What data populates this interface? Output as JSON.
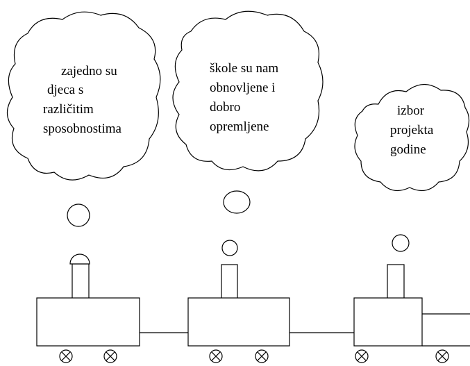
{
  "clouds": [
    {
      "id": "left",
      "lines": [
        "zajedno su",
        "djeca s",
        "različitim",
        "sposobnostima"
      ]
    },
    {
      "id": "middle",
      "lines": [
        "škole su nam",
        "obnovljene i",
        "dobro",
        "opremljene"
      ]
    },
    {
      "id": "right",
      "lines": [
        "izbor",
        "projekta",
        "godine"
      ]
    }
  ],
  "colors": {
    "ink": "#000000",
    "paper": "#ffffff"
  }
}
